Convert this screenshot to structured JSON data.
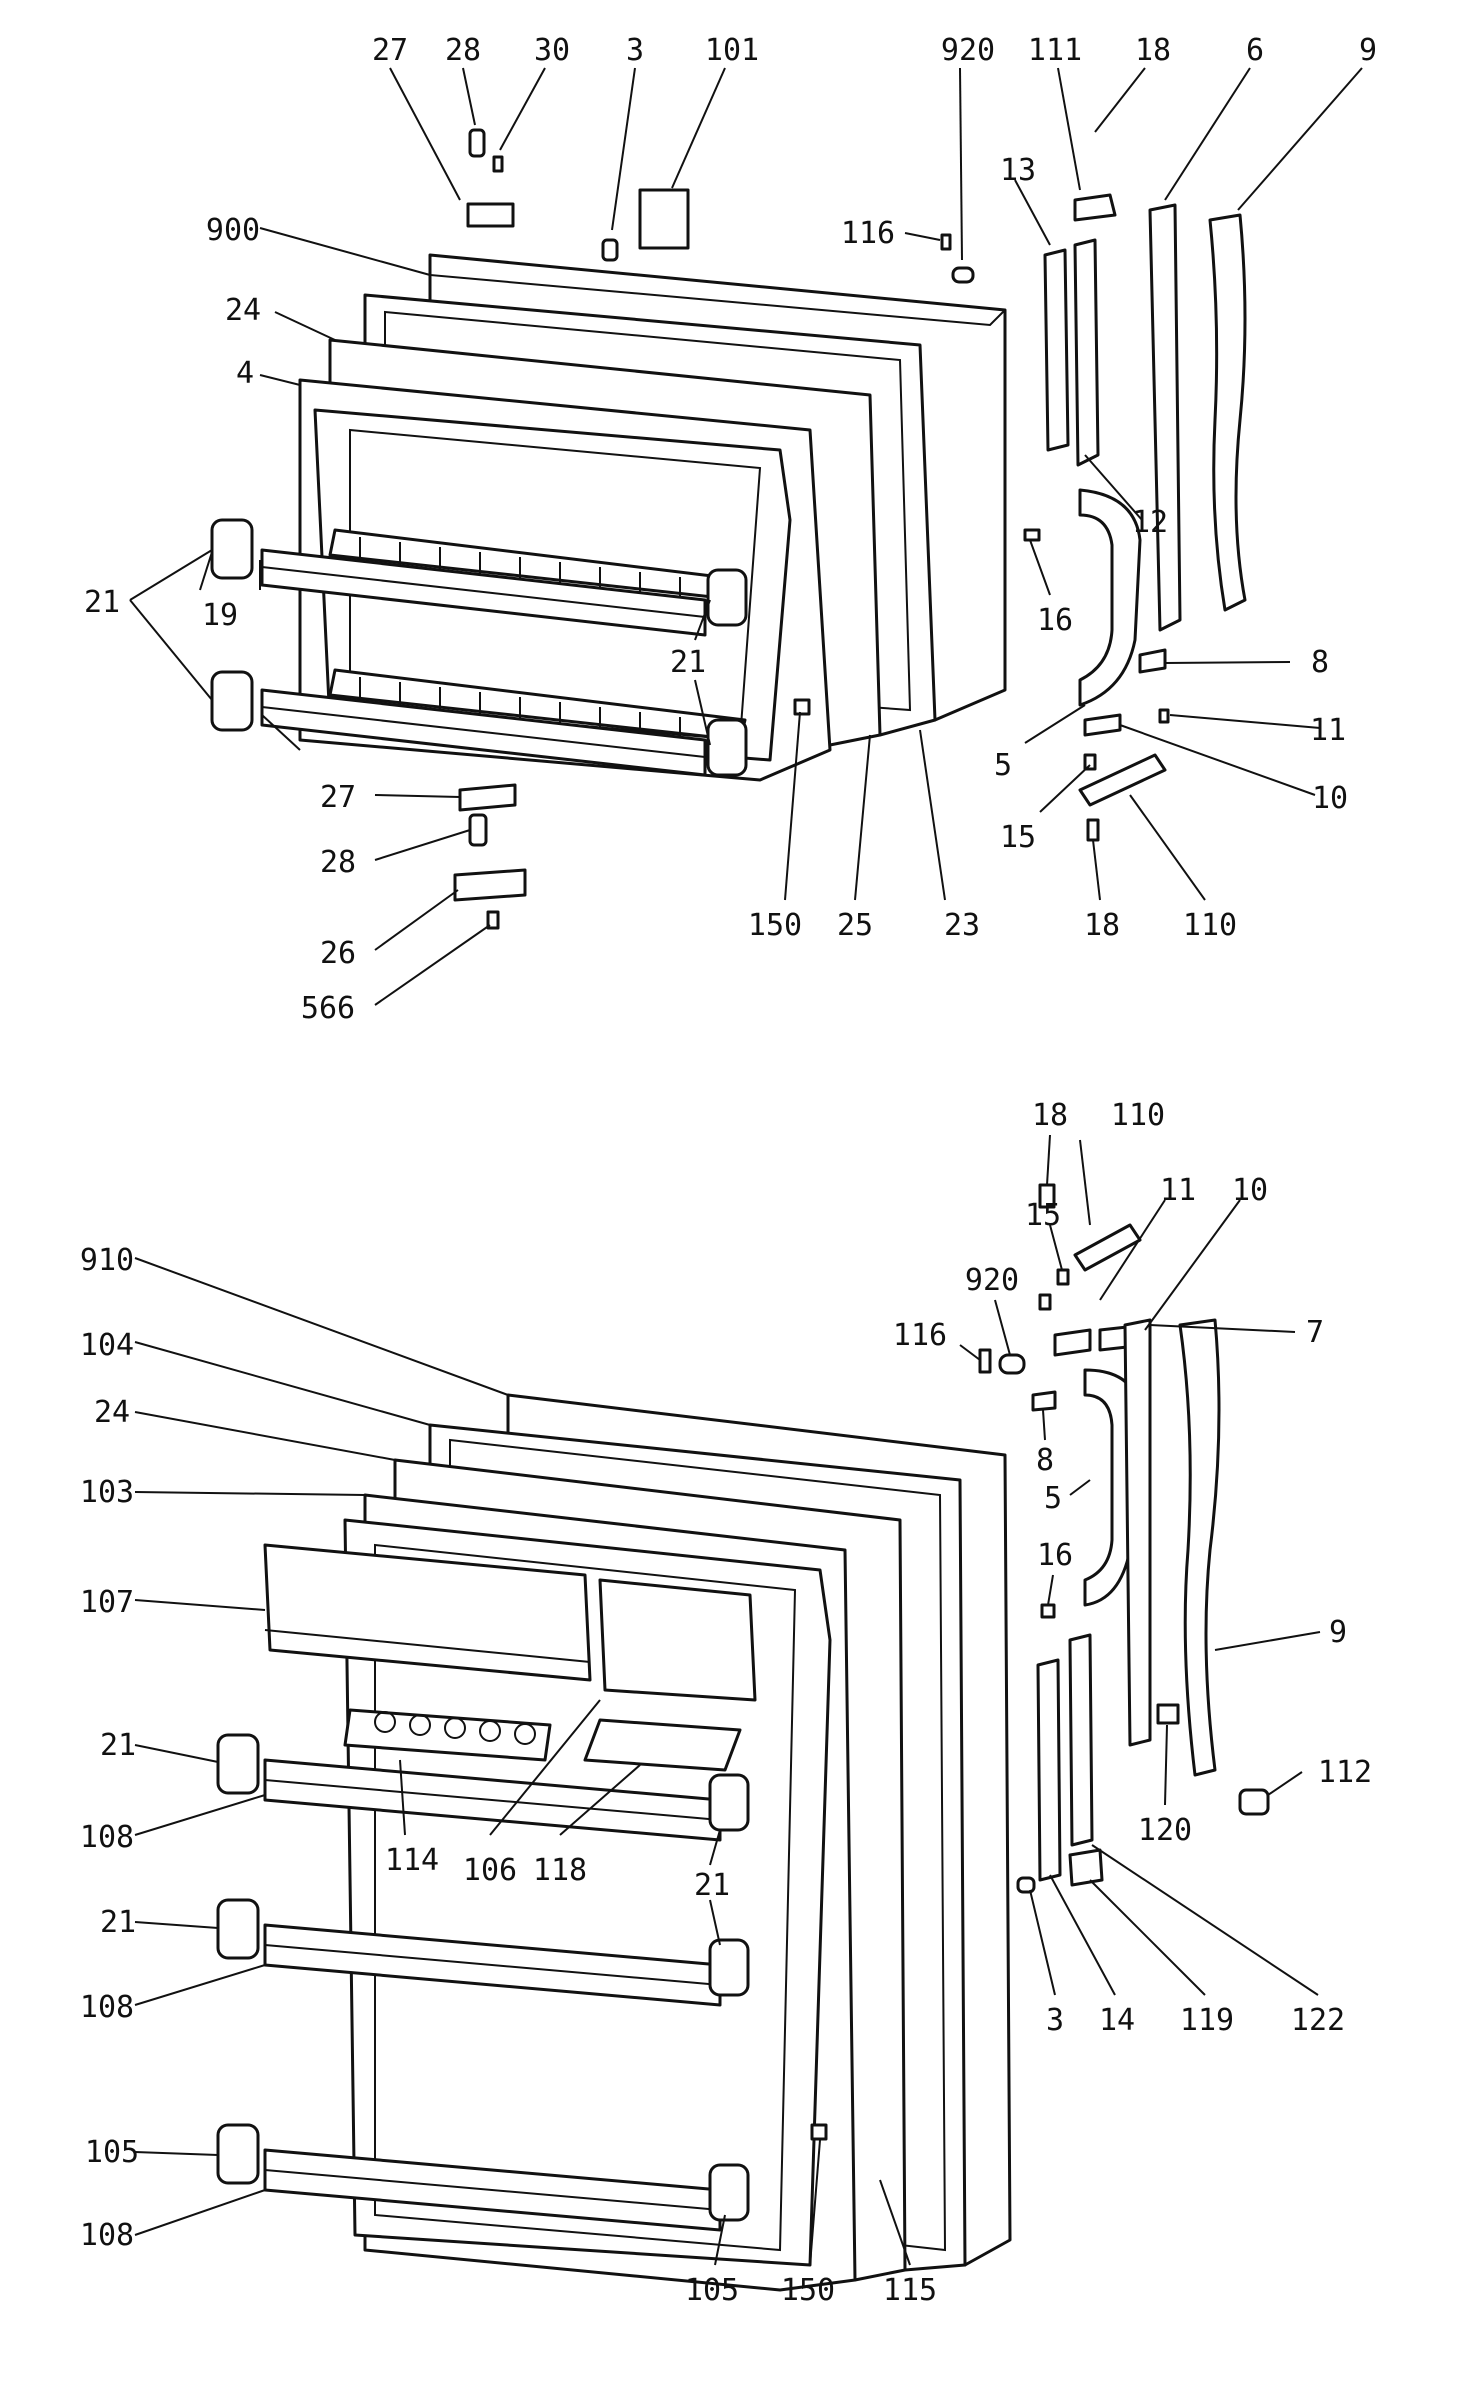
{
  "callouts": {
    "top": [
      "27",
      "28",
      "30",
      "3",
      "101",
      "920",
      "111",
      "18",
      "6",
      "9",
      "116",
      "13",
      "900",
      "24",
      "4",
      "12",
      "16",
      "21",
      "19",
      "8",
      "11",
      "5",
      "10",
      "15",
      "27",
      "28",
      "26",
      "566",
      "150",
      "25",
      "23",
      "18",
      "110"
    ],
    "bottom": [
      "18",
      "110",
      "15",
      "11",
      "10",
      "920",
      "116",
      "7",
      "910",
      "104",
      "24",
      "103",
      "8",
      "5",
      "16",
      "107",
      "9",
      "21",
      "120",
      "112",
      "108",
      "114",
      "106",
      "118",
      "21",
      "21",
      "108",
      "3",
      "14",
      "119",
      "122",
      "105",
      "108",
      "105",
      "150",
      "115"
    ]
  },
  "colors": {
    "ink": "#111111",
    "paper": "#ffffff"
  }
}
